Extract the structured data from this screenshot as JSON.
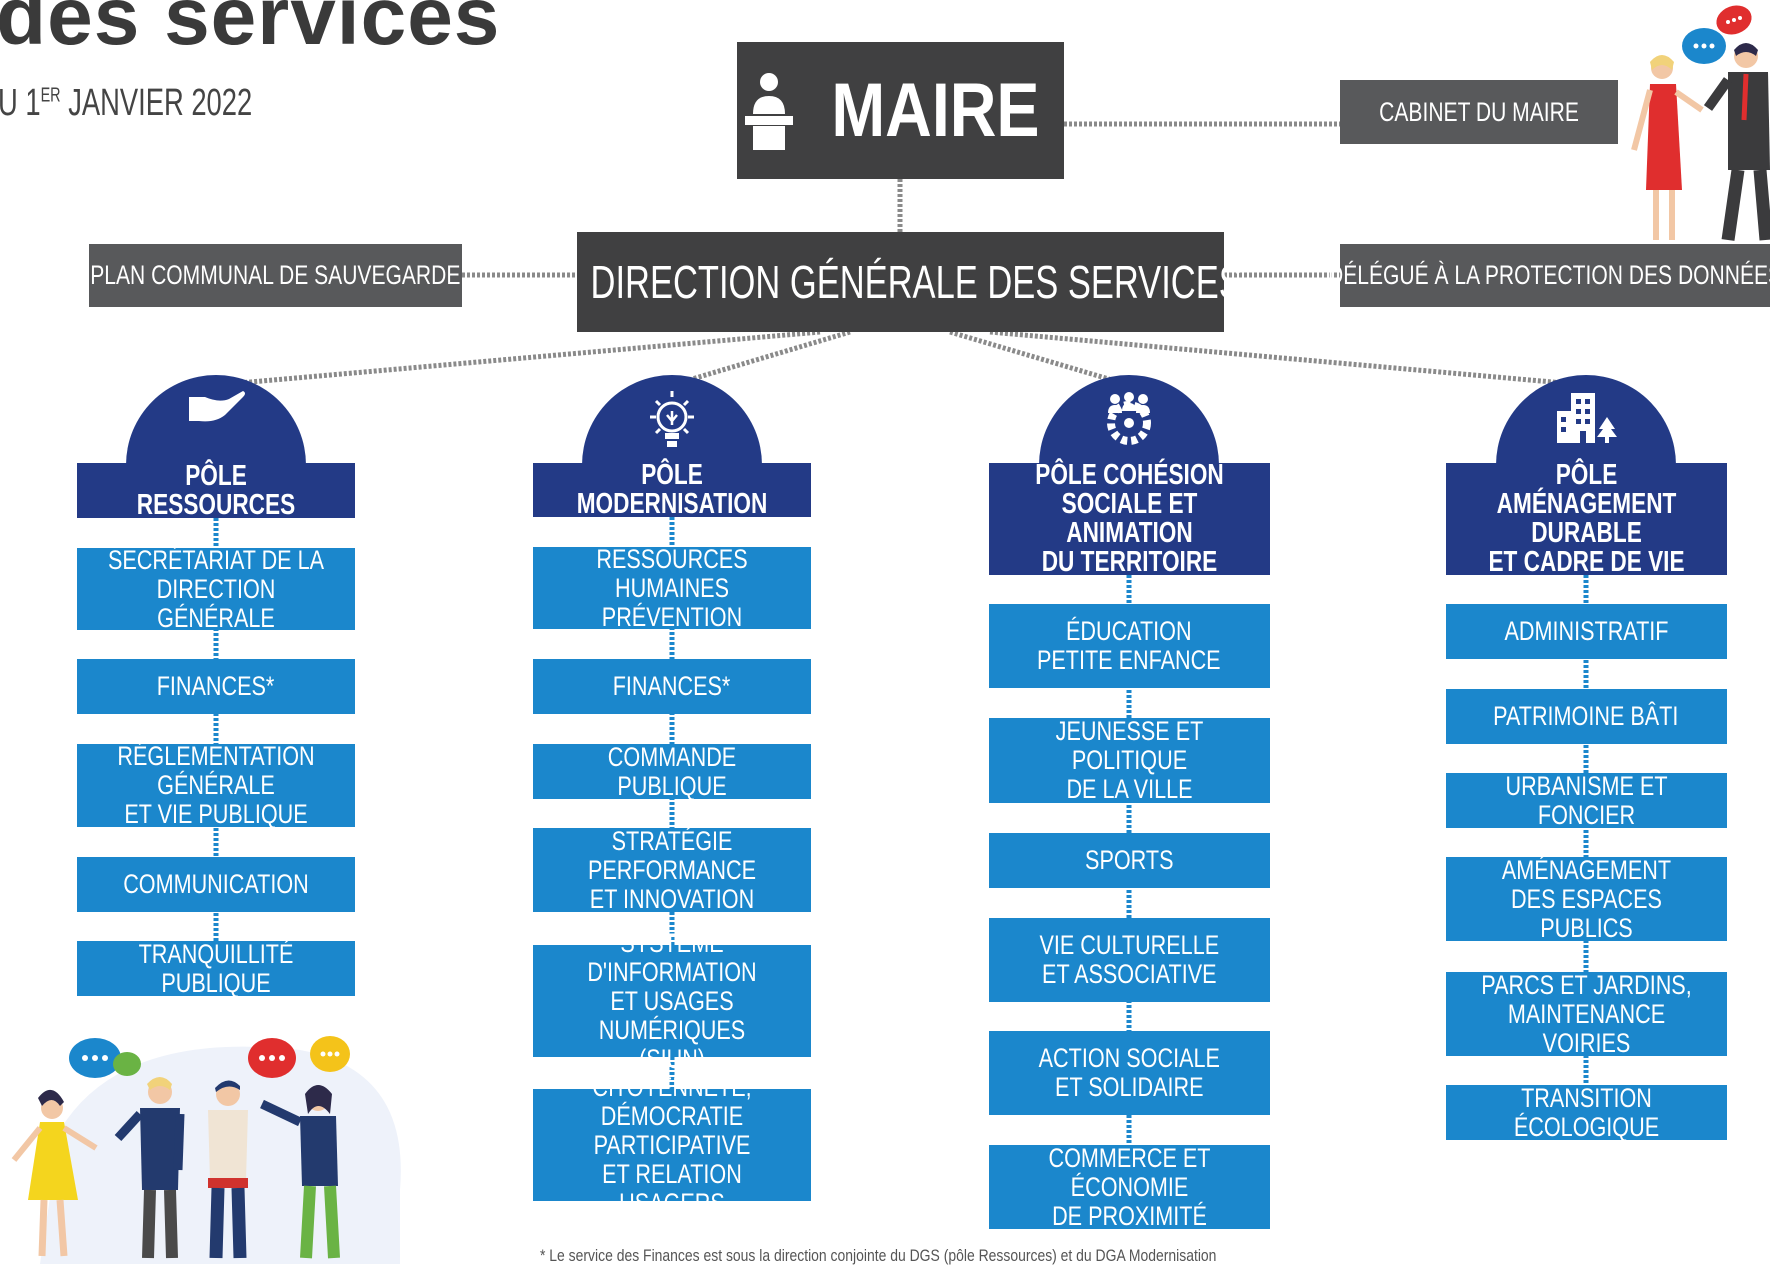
{
  "header": {
    "title": "des services",
    "subtitle_prefix": "U 1",
    "subtitle_sup": "ER",
    "subtitle_suffix": " JANVIER 2022"
  },
  "top": {
    "maire": "MAIRE",
    "cabinet": "CABINET DU MAIRE",
    "dgs": "DIRECTION GÉNÉRALE DES SERVICES",
    "plan": "PLAN COMMUNAL DE SAUVEGARDE",
    "delegue": "DÉLÉGUÉ À LA PROTECTION DES DONNÉES"
  },
  "poles": [
    {
      "title": "PÔLE RESSOURCES",
      "icon": "hand-icon",
      "services": [
        "SECRÉTARIAT DE LA\nDIRECTION GÉNÉRALE",
        "FINANCES*",
        "RÉGLEMENTATION GÉNÉRALE\nET VIE PUBLIQUE",
        "COMMUNICATION",
        "TRANQUILLITÉ PUBLIQUE"
      ]
    },
    {
      "title": "PÔLE MODERNISATION",
      "icon": "lightbulb-icon",
      "services": [
        "RESSOURCES HUMAINES\nPRÉVENTION",
        "FINANCES*",
        "COMMANDE PUBLIQUE",
        "STRATÉGIE PERFORMANCE\nET INNOVATION",
        "SYSTÈME D'INFORMATION\nET USAGES NUMÉRIQUES\n(SIUN)",
        "CITOYENNETÉ, DÉMOCRATIE\nPARTICIPATIVE\nET RELATION USAGERS"
      ]
    },
    {
      "title": "PÔLE COHÉSION\nSOCIALE ET ANIMATION\nDU TERRITOIRE",
      "icon": "people-gear-icon",
      "services": [
        "ÉDUCATION\nPETITE ENFANCE",
        "JEUNESSE ET POLITIQUE\nDE LA VILLE",
        "SPORTS",
        "VIE CULTURELLE\nET ASSOCIATIVE",
        "ACTION SOCIALE\nET SOLIDAIRE",
        "COMMERCE ET ÉCONOMIE\nDE PROXIMITÉ"
      ]
    },
    {
      "title": "PÔLE AMÉNAGEMENT\nDURABLE\nET CADRE DE VIE",
      "icon": "building-tree-icon",
      "services": [
        "ADMINISTRATIF",
        "PATRIMOINE BÂTI",
        "URBANISME ET FONCIER",
        "AMÉNAGEMENT\nDES ESPACES PUBLICS",
        "PARCS ET JARDINS,\nMAINTENANCE VOIRIES",
        "TRANSITION ÉCOLOGIQUE"
      ]
    }
  ],
  "footnote": "* Le service des Finances est sous la direction conjointe du DGS (pôle Ressources) et du DGA Modernisation",
  "colors": {
    "gray": "#58595b",
    "dark": "#404041",
    "navy": "#233a86",
    "blue": "#1b87cc"
  }
}
